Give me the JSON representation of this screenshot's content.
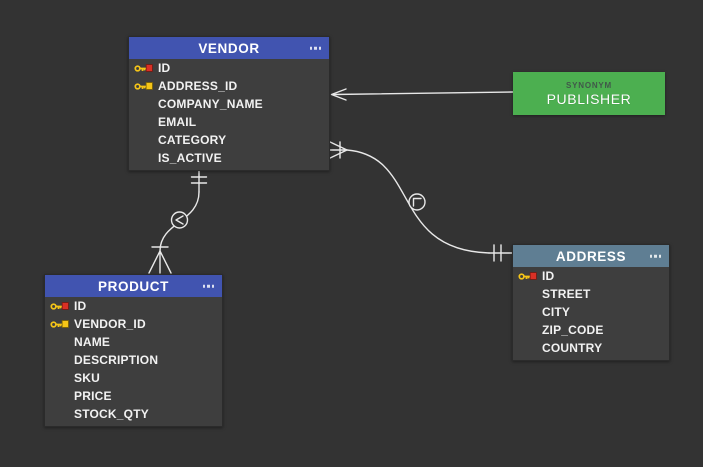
{
  "app": {
    "canvas_bg": "#333333",
    "wire_color": "#e8e8e8"
  },
  "tables": [
    {
      "title": "VENDOR",
      "header_color": "#4154b0",
      "menu_icon": "ellipsis",
      "columns": [
        {
          "name": "ID",
          "key": "primary-key"
        },
        {
          "name": "ADDRESS_ID",
          "key": "foreign-key"
        },
        {
          "name": "COMPANY_NAME",
          "key": ""
        },
        {
          "name": "EMAIL",
          "key": ""
        },
        {
          "name": "CATEGORY",
          "key": ""
        },
        {
          "name": "IS_ACTIVE",
          "key": ""
        }
      ]
    },
    {
      "title": "PRODUCT",
      "header_color": "#4154b0",
      "menu_icon": "ellipsis",
      "columns": [
        {
          "name": "ID",
          "key": "primary-key"
        },
        {
          "name": "VENDOR_ID",
          "key": "foreign-key"
        },
        {
          "name": "NAME",
          "key": ""
        },
        {
          "name": "DESCRIPTION",
          "key": ""
        },
        {
          "name": "SKU",
          "key": ""
        },
        {
          "name": "PRICE",
          "key": ""
        },
        {
          "name": "STOCK_QTY",
          "key": ""
        }
      ]
    },
    {
      "title": "ADDRESS",
      "header_color": "#5f7e93",
      "menu_icon": "ellipsis",
      "columns": [
        {
          "name": "ID",
          "key": "primary-key"
        },
        {
          "name": "STREET",
          "key": ""
        },
        {
          "name": "CITY",
          "key": ""
        },
        {
          "name": "ZIP_CODE",
          "key": ""
        },
        {
          "name": "COUNTRY",
          "key": ""
        }
      ]
    }
  ],
  "synonym": {
    "type_label": "SYNONYM",
    "name": "PUBLISHER",
    "color": "#4caf50"
  },
  "key_colors": {
    "key_gold": "#f5c518",
    "pk_square": "#d93025",
    "fk_square": "#f5c518"
  },
  "relationships": [
    {
      "from": "VENDOR",
      "to": "PRODUCT",
      "from_cardinality": "exactly-one",
      "to_cardinality": "many",
      "badge": "chevron"
    },
    {
      "from": "ADDRESS",
      "to": "VENDOR",
      "from_cardinality": "exactly-one",
      "to_cardinality": "many",
      "badge": "corner"
    },
    {
      "from": "PUBLISHER",
      "to": "VENDOR",
      "type": "synonym-arrow"
    }
  ]
}
